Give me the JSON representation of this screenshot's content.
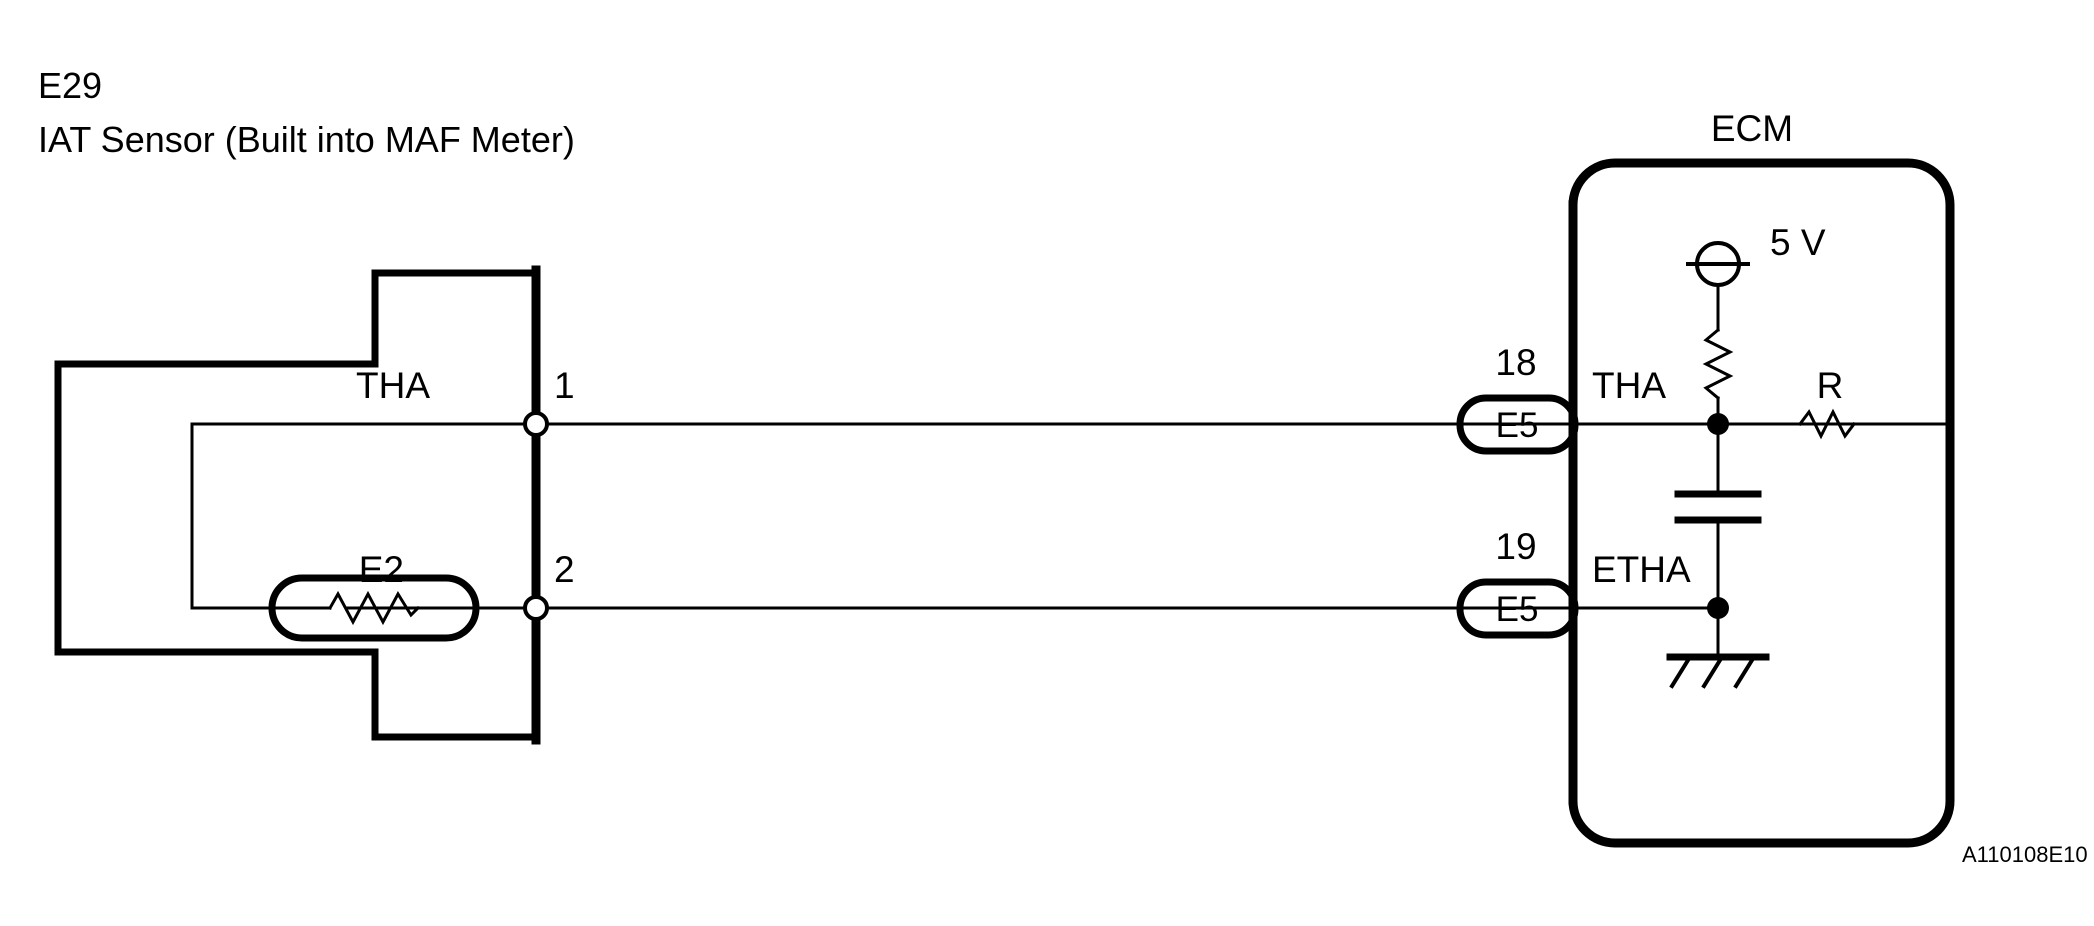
{
  "figure": {
    "code": "A110108E10",
    "type": "automotive-wiring-diagram"
  },
  "sensor": {
    "connector_id": "E29",
    "name": "IAT Sensor (Built into MAF Meter)",
    "pins": [
      {
        "number": "1",
        "signal": "THA"
      },
      {
        "number": "2",
        "signal": "E2"
      }
    ],
    "component": "thermistor"
  },
  "ecm": {
    "title": "ECM",
    "supply_label": "5 V",
    "series_resistor_label": "R",
    "terminals": [
      {
        "pin": "18",
        "connector": "E5",
        "signal": "THA"
      },
      {
        "pin": "19",
        "connector": "E5",
        "signal": "ETHA"
      }
    ],
    "internal_components": [
      "pull-up-resistor",
      "capacitor",
      "chassis-ground",
      "series-resistor"
    ]
  },
  "colors": {
    "line": "#000000",
    "background": "#ffffff"
  }
}
